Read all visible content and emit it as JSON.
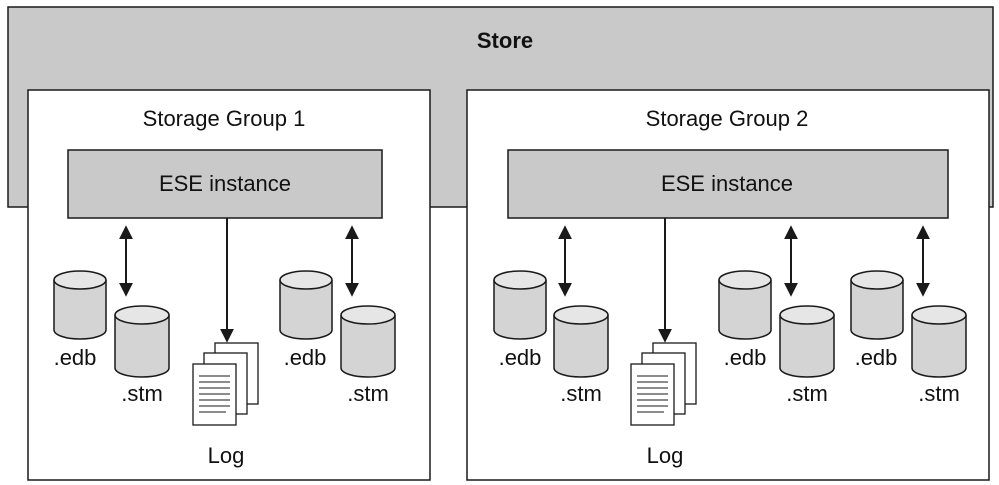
{
  "store": {
    "label": "Store"
  },
  "groups": [
    {
      "title": "Storage Group 1",
      "ese_label": "ESE instance",
      "log_label": "Log",
      "databases": [
        {
          "edb_label": ".edb",
          "stm_label": ".stm"
        },
        {
          "edb_label": ".edb",
          "stm_label": ".stm"
        }
      ]
    },
    {
      "title": "Storage Group 2",
      "ese_label": "ESE instance",
      "log_label": "Log",
      "databases": [
        {
          "edb_label": ".edb",
          "stm_label": ".stm"
        },
        {
          "edb_label": ".edb",
          "stm_label": ".stm"
        }
      ]
    }
  ],
  "extra_db": {
    "edb_label": ".edb",
    "stm_label": ".stm"
  },
  "colors": {
    "store_fill": "#c9c9c9",
    "ese_fill": "#c9c9c9",
    "cylinder_fill": "#d4d4d4",
    "stroke": "#1a1a1a"
  }
}
